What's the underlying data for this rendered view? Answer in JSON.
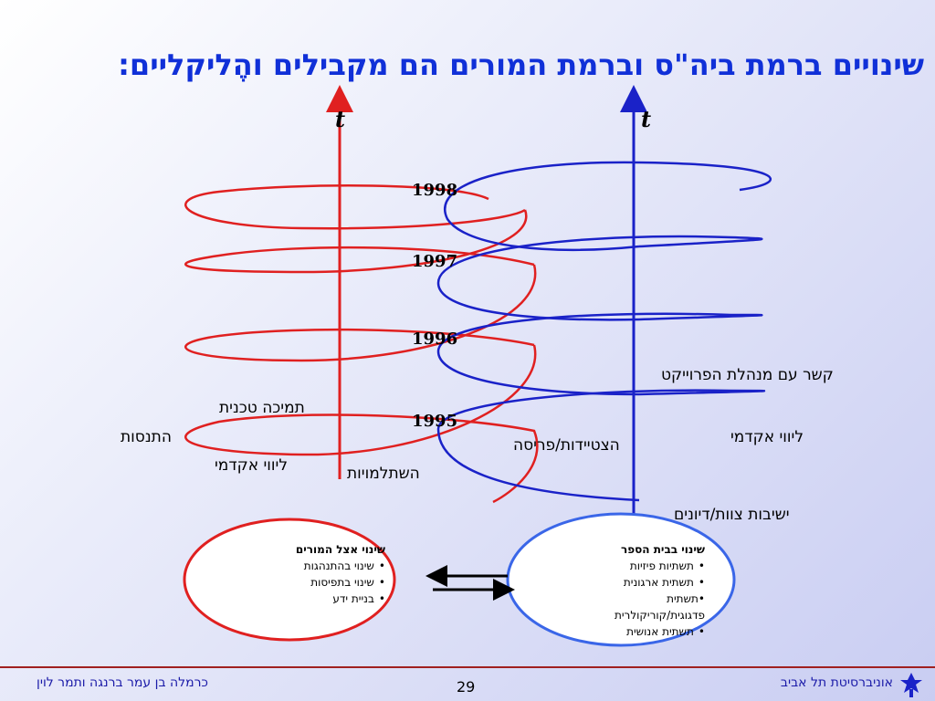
{
  "slide": {
    "title": "שינויים ברמת ביה\"ס וברמת המורים הם מקבילים והֶליקליים:"
  },
  "axes": {
    "left_label": "t",
    "right_label": "t"
  },
  "years": [
    "1998",
    "1997",
    "1996",
    "1995"
  ],
  "labels": {
    "technical_support": "תמיכה טכנית",
    "experimentation": "התנסות",
    "academic_support_left": "ליווי אקדמי",
    "professional_development": "השתלמויות",
    "equipping": "הצטיידות/פריסה",
    "project_management_contact": "קשר עם מנהלת הפרוייקט",
    "academic_support_right": "ליווי אקדמי",
    "team_meetings": "ישיבות צוות/דיונים"
  },
  "teachers_box": {
    "heading": "שינוי אצל המורים",
    "items": [
      "שינוי בהתנהגות",
      "שינוי בתפיסות",
      "בניית ידע"
    ]
  },
  "school_box": {
    "heading": "שינוי בבית הספר",
    "items": [
      "תשתיות פיזיות",
      "תשתית ארגונית",
      "תשתית",
      "פדגוגית/קוריקולרית",
      "תשתית אנושית"
    ]
  },
  "colors": {
    "title": "#1030d8",
    "teachers_helix": "#e02020",
    "school_helix": "#1a22c8",
    "footer_text": "#1a1aa8",
    "footer_line": "#a02020"
  },
  "footer": {
    "authors": "כרמלה בן עמר ברנגה ותמר לוין",
    "page_number": "29",
    "university": "אוניברסיטת תל אביב"
  }
}
